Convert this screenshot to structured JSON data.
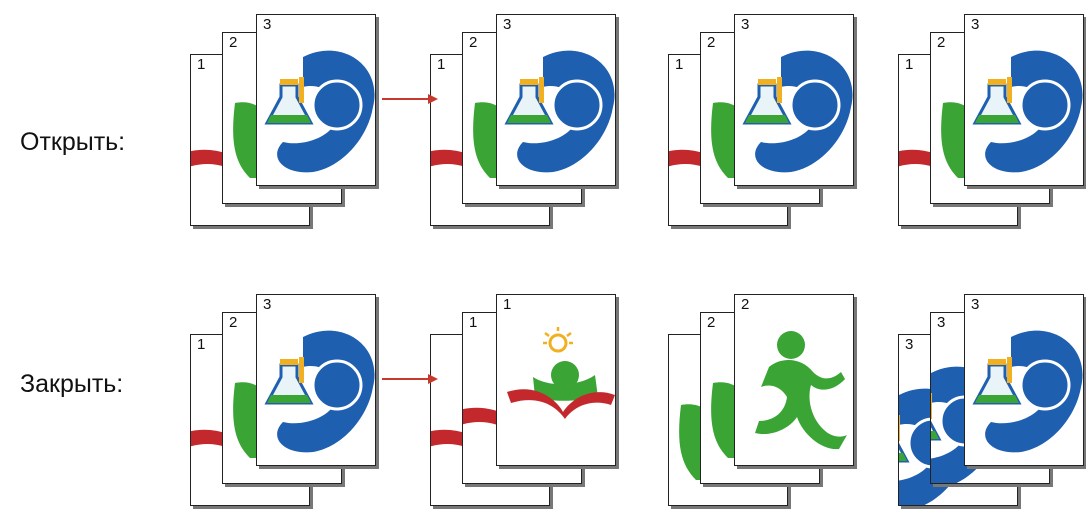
{
  "rows": {
    "open": {
      "label": "Открыть:"
    },
    "close": {
      "label": "Закрыть:"
    }
  },
  "stacks": {
    "open": [
      [
        "1",
        "2",
        "3"
      ],
      [
        "1",
        "2",
        "3"
      ],
      [
        "1",
        "2",
        "3"
      ],
      [
        "1",
        "2",
        "3"
      ]
    ],
    "close": [
      [
        "1",
        "2",
        "3"
      ],
      [
        "1",
        "1"
      ],
      [
        "2",
        "2"
      ],
      [
        "3",
        "3",
        "3"
      ]
    ]
  },
  "colors": {
    "blue": "#1f5fb0",
    "green": "#3aa535",
    "red": "#c3282c",
    "arrow": "#c8392d",
    "yellow": "#f0b020"
  }
}
